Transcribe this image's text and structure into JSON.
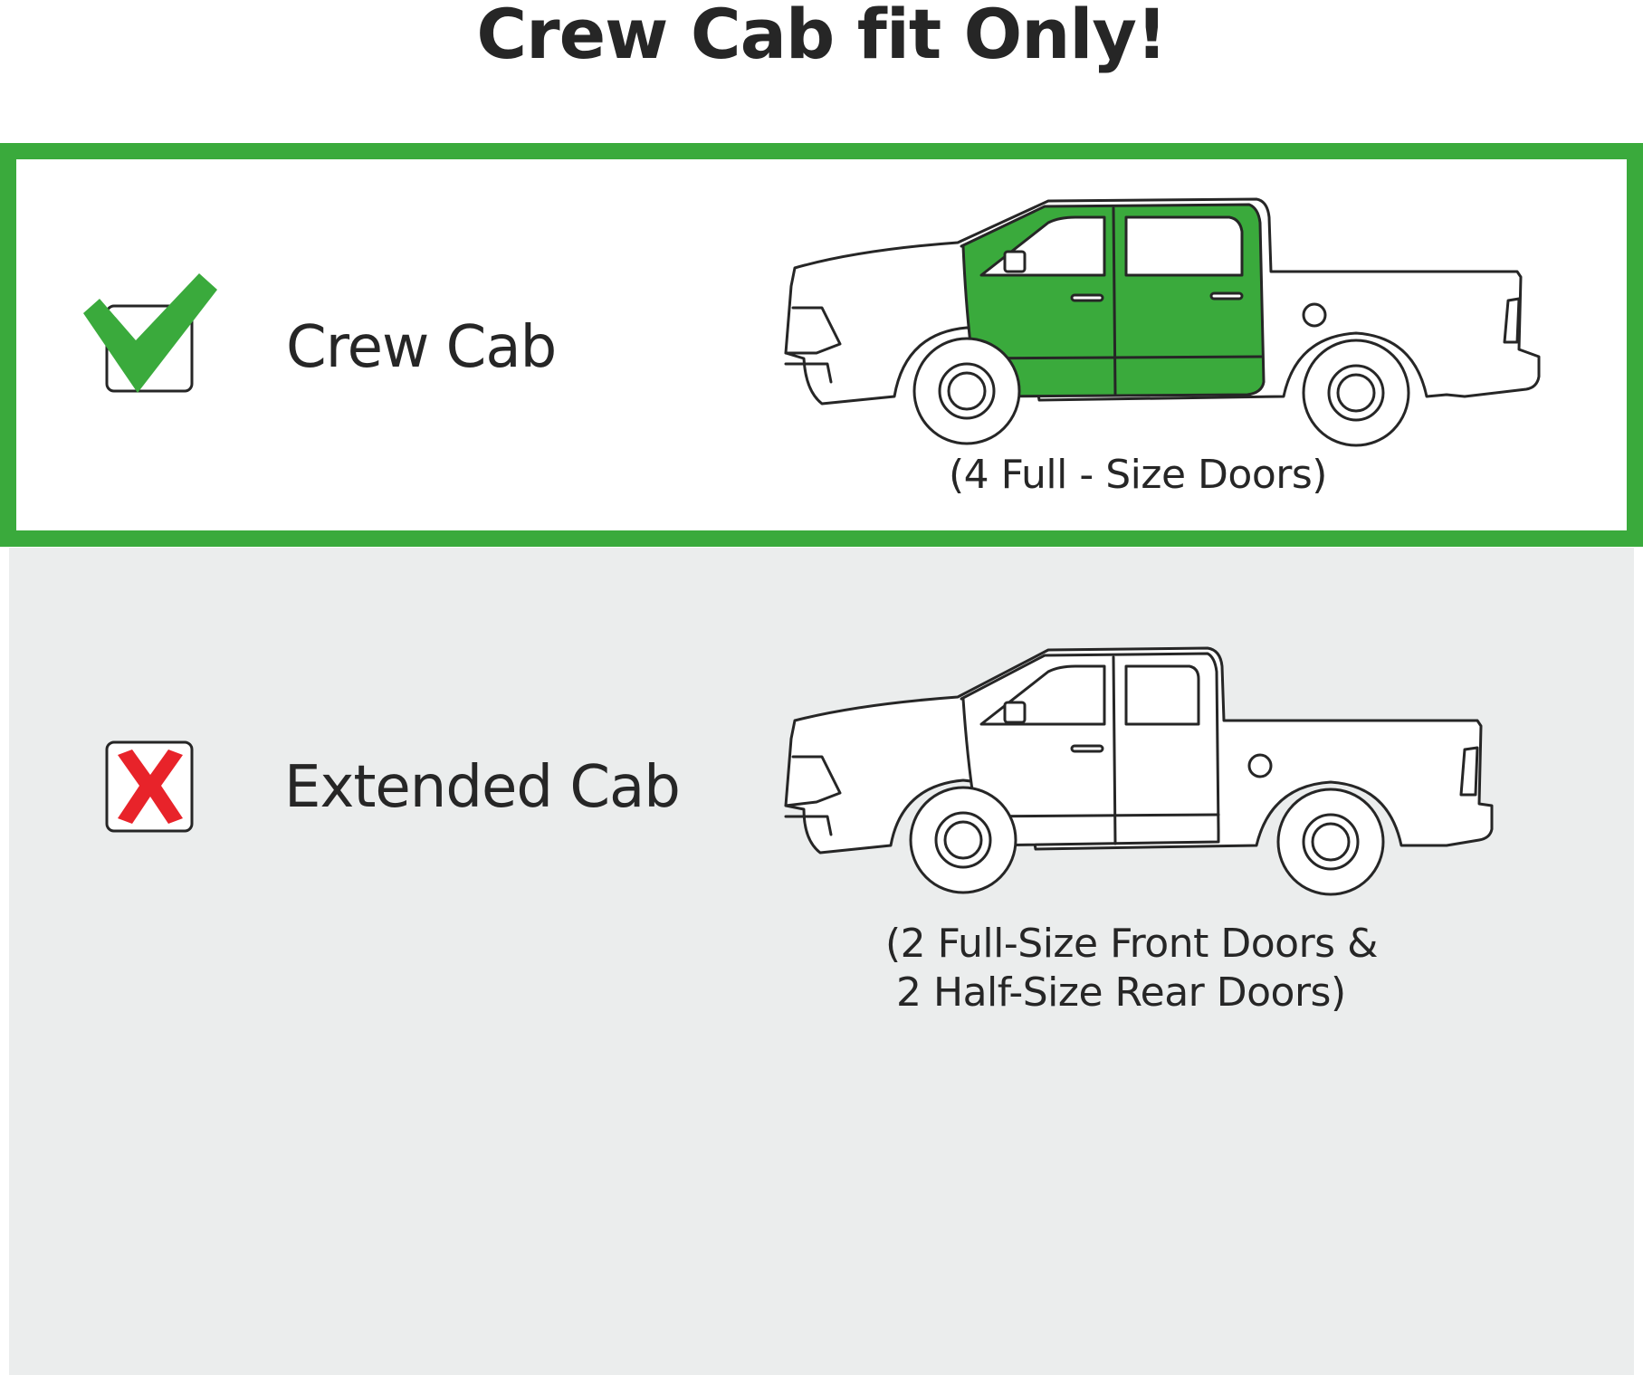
{
  "title": "Crew Cab fit Only!",
  "options": [
    {
      "label": "Crew Cab",
      "caption": "(4 Full - Size Doors)",
      "status_icon": "checkmark-icon",
      "highlight_color": "#3aaa3c",
      "door_fill": "#3aaa3c"
    },
    {
      "label": "Extended Cab",
      "caption_line1": "(2 Full-Size Front Doors &",
      "caption_line2": "2 Half-Size Rear Doors)",
      "status_icon": "x-mark-icon",
      "mark_color": "#e8232a",
      "door_fill": "#ffffff"
    }
  ]
}
